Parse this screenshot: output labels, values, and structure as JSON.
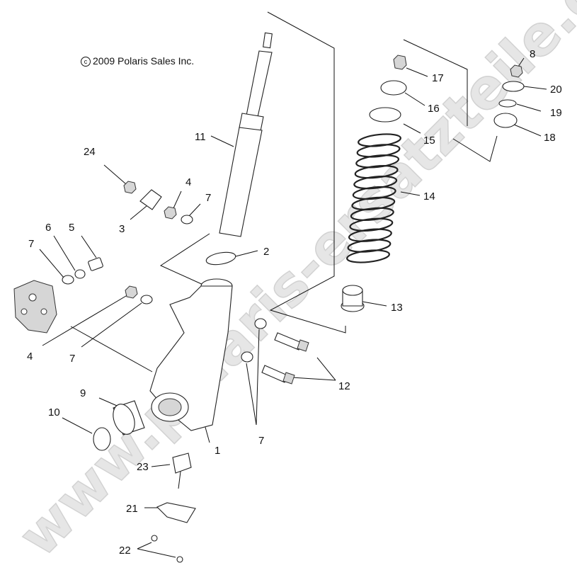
{
  "copyright": "2009 Polaris Sales Inc.",
  "copyright_symbol": "c",
  "watermark": "www.polaris-ersatzteile.de",
  "callouts": {
    "p1": "1",
    "p2": "2",
    "p3": "3",
    "p4a": "4",
    "p4b": "4",
    "p5": "5",
    "p6": "6",
    "p7a": "7",
    "p7b": "7",
    "p7c": "7",
    "p7d": "7",
    "p8": "8",
    "p9": "9",
    "p10": "10",
    "p11": "11",
    "p12": "12",
    "p13": "13",
    "p14": "14",
    "p15": "15",
    "p16": "16",
    "p17": "17",
    "p18": "18",
    "p19": "19",
    "p20": "20",
    "p21": "21",
    "p22": "22",
    "p23": "23",
    "p24": "24"
  },
  "colors": {
    "line": "#111111",
    "shade": "#d6d6d6",
    "watermark": "#e6e6e6"
  }
}
